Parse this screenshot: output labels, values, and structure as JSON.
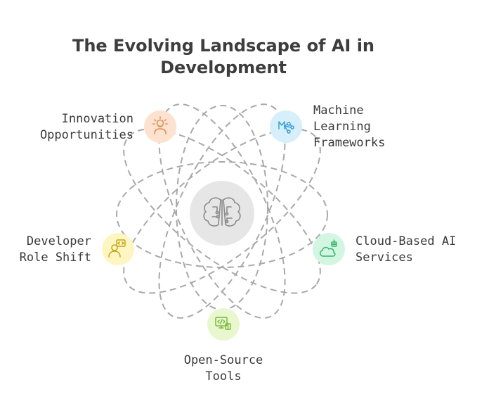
{
  "title": {
    "line1": "The Evolving Landscape of AI in",
    "line2": "Development"
  },
  "center": {
    "icon": "brain-circuit-icon",
    "fill": "#e6e6e6",
    "stroke": "#8a8a8a"
  },
  "nodes": {
    "innovation": {
      "line1": "Innovation",
      "line2": "Opportunities",
      "icon": "lightbulb-person-icon",
      "fill": "#fde2cf",
      "accent": "#e08a4b"
    },
    "ml_frameworks": {
      "line1": "Machine",
      "line2": "Learning",
      "line3": "Frameworks",
      "icon": "network-nodes-icon",
      "fill": "#d6effb",
      "accent": "#3a9fd4"
    },
    "cloud_ai": {
      "line1": "Cloud-Based AI",
      "line2": "Services",
      "icon": "cloud-robot-icon",
      "fill": "#d3f6e2",
      "accent": "#37b36b"
    },
    "open_source": {
      "line1": "Open-Source",
      "line2": "Tools",
      "icon": "code-monitor-icon",
      "fill": "#e9f7cf",
      "accent": "#7bb83a"
    },
    "developer_role": {
      "line1": "Developer",
      "line2": "Role Shift",
      "icon": "developer-code-icon",
      "fill": "#fdf6c2",
      "accent": "#c4a514"
    }
  },
  "colors": {
    "orbit": "#a9a9a9",
    "text": "#3a3a3a"
  }
}
